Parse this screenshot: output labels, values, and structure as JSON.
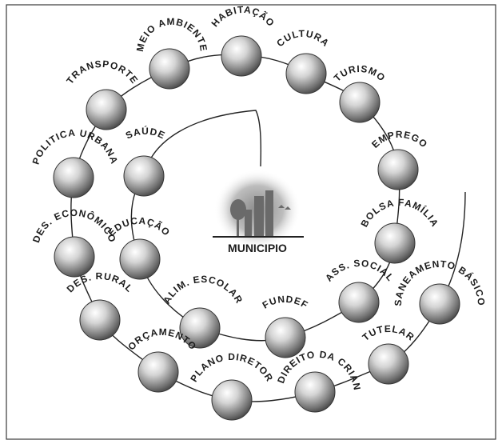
{
  "diagram": {
    "center_label": "MUNICIPIO",
    "nodes": [
      {
        "id": "meio-ambiente",
        "label": "MEIO AMBIENTE"
      },
      {
        "id": "habitacao",
        "label": "HABITAÇÃO"
      },
      {
        "id": "cultura",
        "label": "CULTURA"
      },
      {
        "id": "turismo",
        "label": "TURISMO"
      },
      {
        "id": "emprego",
        "label": "EMPREGO"
      },
      {
        "id": "bolsa-familia",
        "label": "BOLSA FAMÍLIA"
      },
      {
        "id": "saneamento-basico",
        "label": "SANEAMENTO BÁSICO"
      },
      {
        "id": "ass-social",
        "label": "ASS. SOCIAL"
      },
      {
        "id": "fundef",
        "label": "FUNDEF"
      },
      {
        "id": "tutelar",
        "label": "TUTELAR"
      },
      {
        "id": "direito-da-crianca",
        "label": "DIREITO DA CRIANÇA"
      },
      {
        "id": "plano-diretor",
        "label": "PLANO DIRETOR"
      },
      {
        "id": "orcamento",
        "label": "ORÇAMENTO"
      },
      {
        "id": "des-rural",
        "label": "DES. RURAL"
      },
      {
        "id": "des-economico",
        "label": "DES. ECONÔMICO"
      },
      {
        "id": "politica-urbana",
        "label": "POLITICA URBANA"
      },
      {
        "id": "transporte",
        "label": "TRANSPORTE"
      },
      {
        "id": "saude",
        "label": "SAÚDE"
      },
      {
        "id": "educacao",
        "label": "EDUCAÇÃO"
      },
      {
        "id": "alim-escolar",
        "label": "ALIM. ESCOLAR"
      }
    ]
  }
}
